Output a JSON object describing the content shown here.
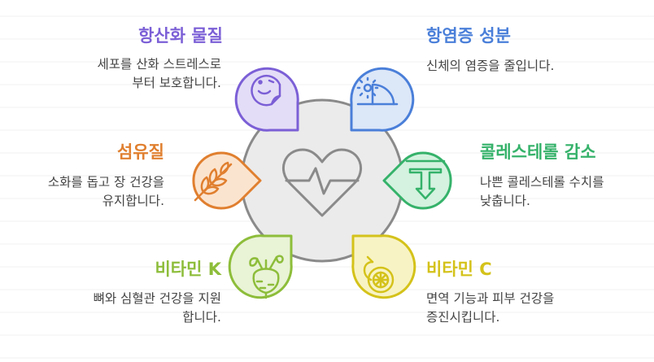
{
  "center": {
    "icon": "heart-pulse-icon",
    "fill": "#ebebeb",
    "stroke": "#8a8a8a"
  },
  "items": [
    {
      "id": "antioxidant",
      "title": "항산화 물질",
      "desc_lines": [
        "세포를 산화 스트레스로",
        "부터 보호합니다."
      ],
      "color": "#7b5fd6",
      "fill": "#e4ddf7",
      "icon": "sticker-face-icon"
    },
    {
      "id": "anti-inflammatory",
      "title": "항염증 성분",
      "desc_lines": [
        "신체의 염증을 줄입니다."
      ],
      "color": "#4a7fd9",
      "fill": "#dce7f8",
      "icon": "thermometer-icon"
    },
    {
      "id": "fiber",
      "title": "섬유질",
      "desc_lines": [
        "소화를 돕고 장 건강을",
        "유지합니다."
      ],
      "color": "#e07f2f",
      "fill": "#fbe4cf",
      "icon": "wheat-icon"
    },
    {
      "id": "cholesterol",
      "title": "콜레스테롤 감소",
      "desc_lines": [
        "나쁜 콜레스테롤 수치를",
        "낮춥니다."
      ],
      "color": "#35b26a",
      "fill": "#d4f2df",
      "icon": "arrow-down-to-line-icon"
    },
    {
      "id": "vitamin-k",
      "title": "비타민 K",
      "desc_lines": [
        "뼈와 심혈관 건강을 지원",
        "합니다."
      ],
      "color": "#8dbd3a",
      "fill": "#e9f3d6",
      "icon": "beet-icon"
    },
    {
      "id": "vitamin-c",
      "title": "비타민 C",
      "desc_lines": [
        "면역 기능과 피부 건강을",
        "증진시킵니다."
      ],
      "color": "#d4c21a",
      "fill": "#f8f3c4",
      "icon": "citrus-icon"
    }
  ]
}
